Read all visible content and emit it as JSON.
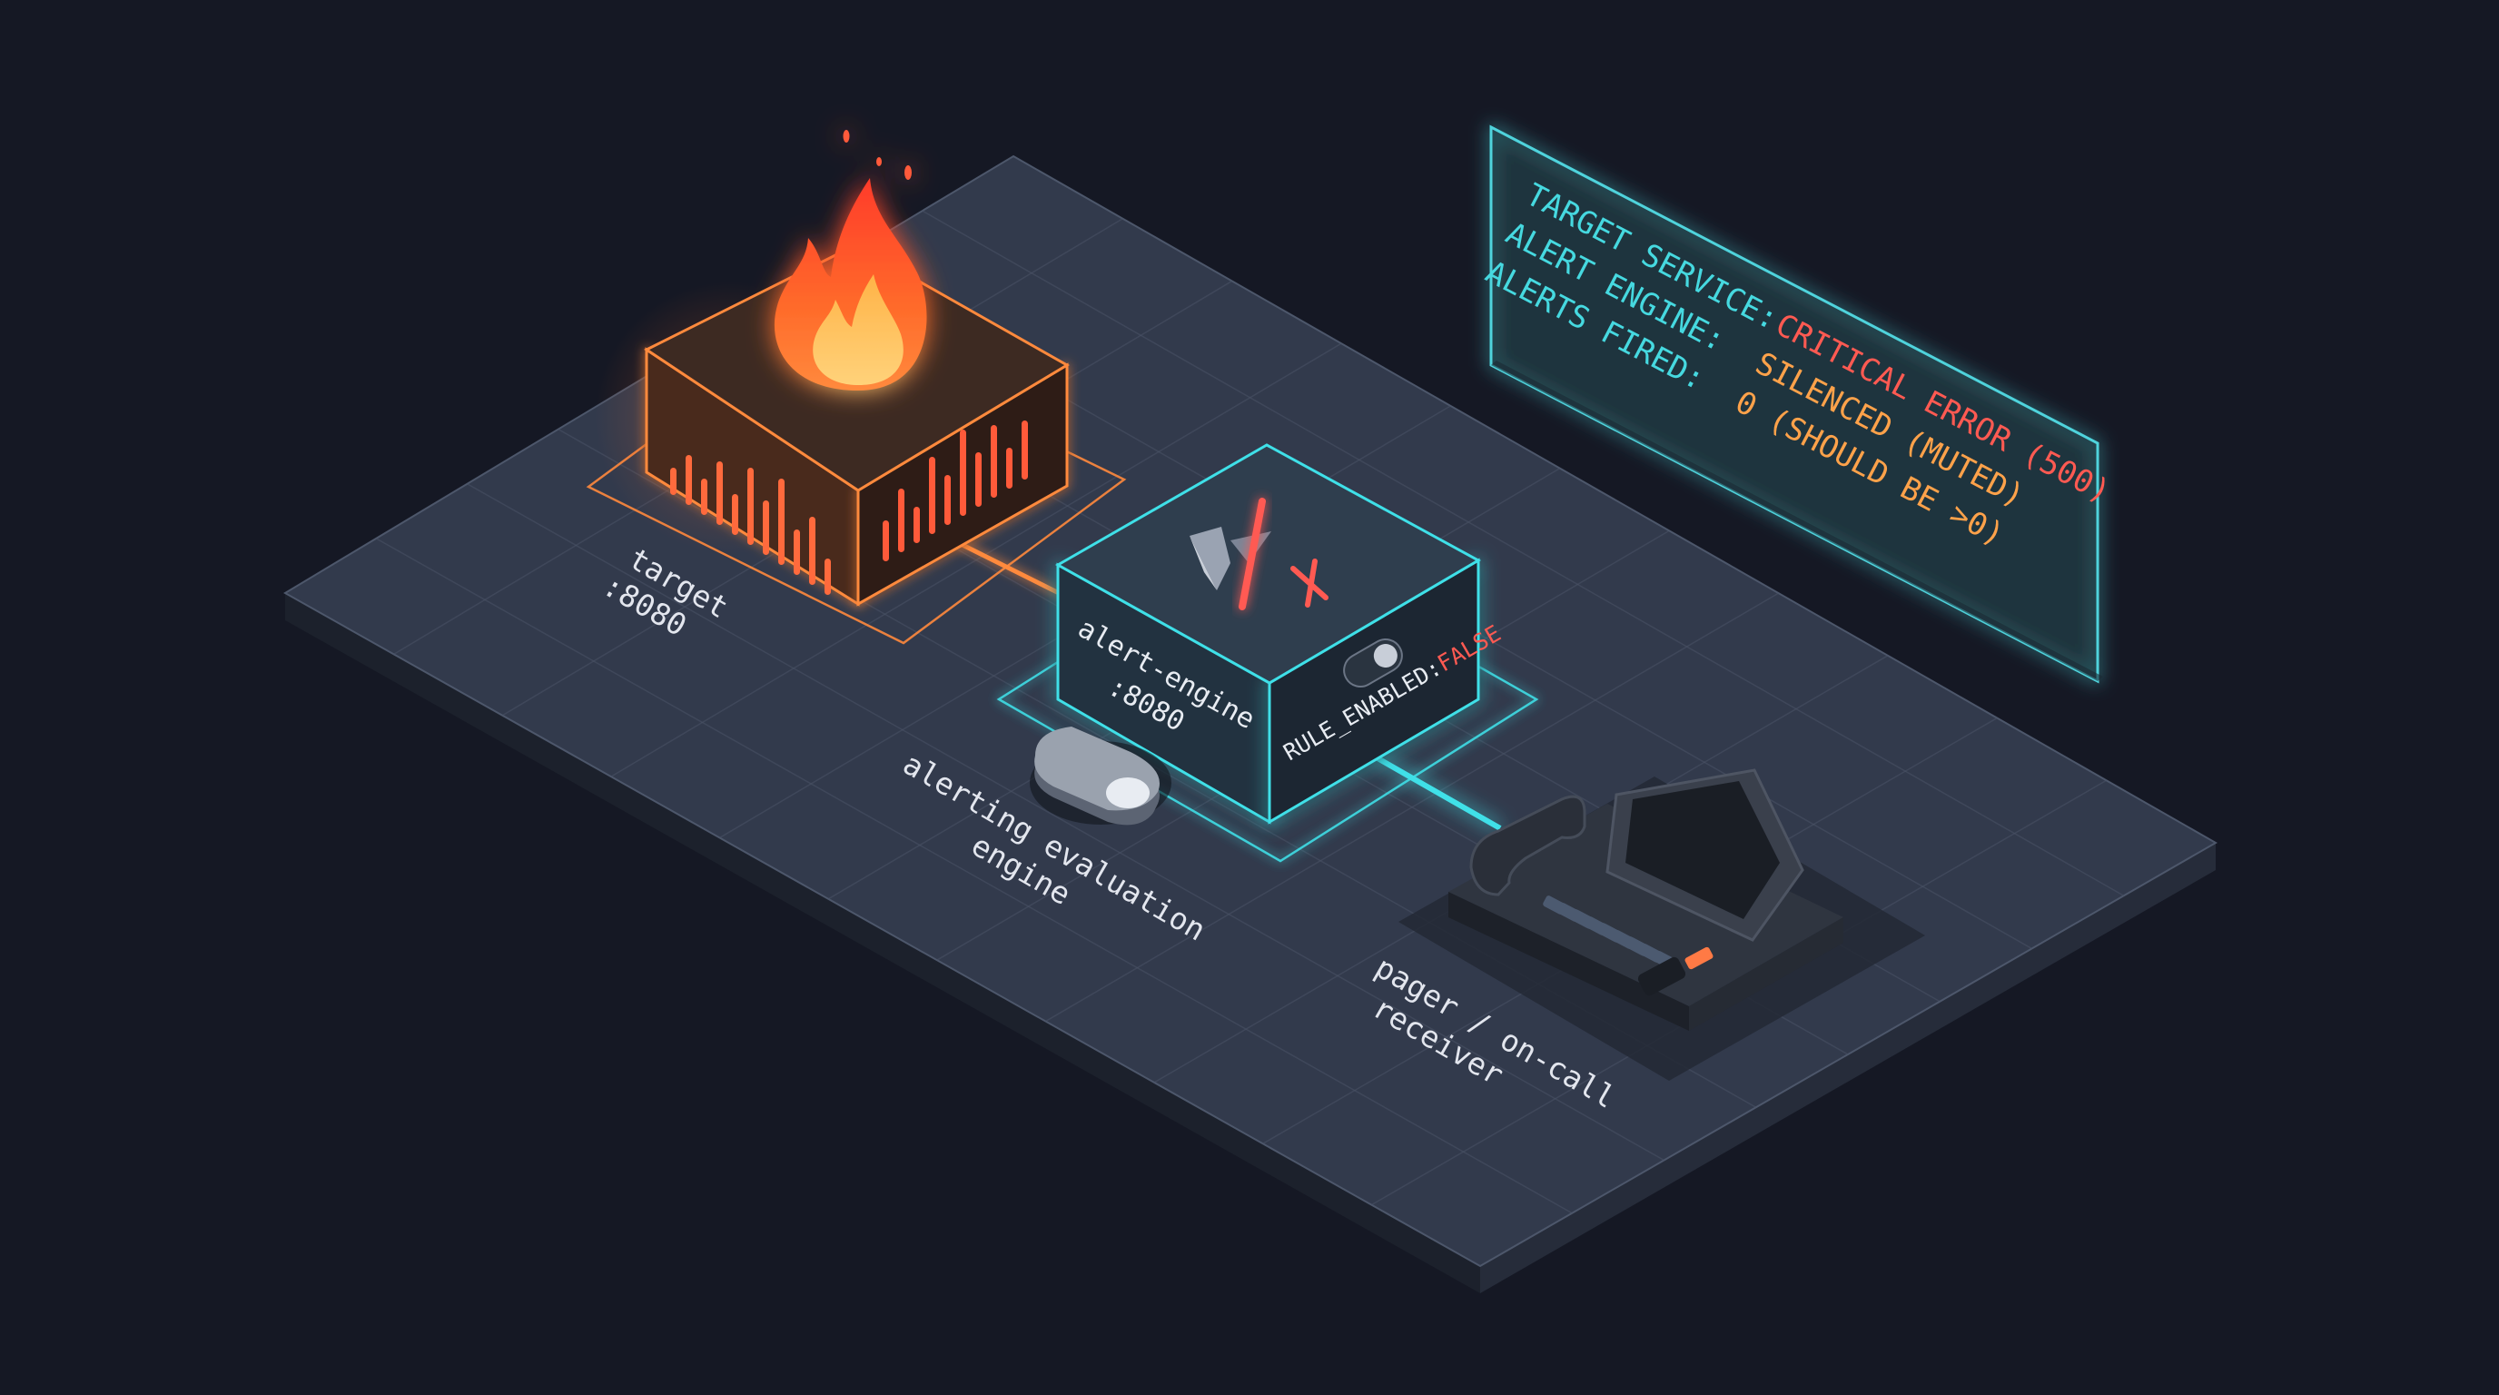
{
  "labels": {
    "target_name": "target",
    "target_port": ":8080",
    "engine_line1": "alert-engine",
    "engine_line2": ":8080",
    "rule_key": "RULE_ENABLED:",
    "rule_value": "FALSE",
    "eval_line1": "alerting evaluation",
    "eval_line2": "engine",
    "pager_line1": "pager / on-call",
    "pager_line2": "receiver"
  },
  "status_panel": {
    "rows": [
      {
        "key": "TARGET SERVICE:",
        "value": "CRITICAL ERROR (500)",
        "state": "critical"
      },
      {
        "key": "ALERT ENGINE:",
        "value": "SILENCED (MUTED)",
        "state": "warning"
      },
      {
        "key": "ALERTS FIRED:",
        "value": "0 (SHOULD BE >0)",
        "state": "warning"
      }
    ]
  },
  "icons": {
    "target": "fire-icon",
    "engine": "muted-speaker-icon",
    "eval_toggle": "toggle-off-icon",
    "pager": "desk-phone-icon"
  },
  "colors": {
    "background": "#151824",
    "platform_top": "#333b4d",
    "platform_side": "#1f2431",
    "grid": "#4a5366",
    "target_accent": "#ff8a3d",
    "engine_accent": "#3fe0e8",
    "critical": "#ff5a52",
    "warning": "#ffa24a",
    "label_text": "#e3e6ee",
    "panel_key": "#46d9e0"
  }
}
